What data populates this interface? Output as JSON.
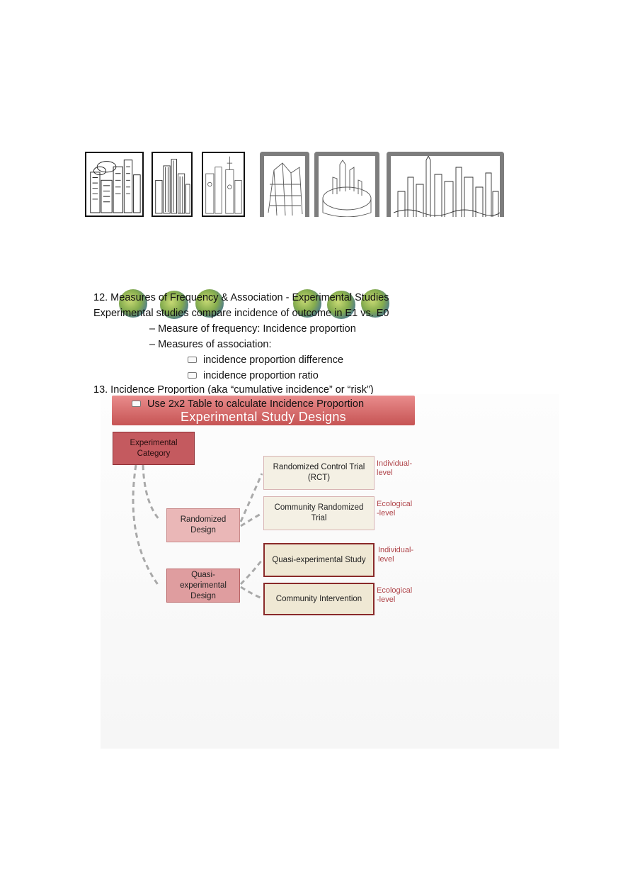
{
  "header": {
    "sketches": [
      {
        "name": "city-sketch-1"
      },
      {
        "name": "city-sketch-2"
      },
      {
        "name": "city-sketch-3"
      },
      {
        "name": "city-sketch-4"
      },
      {
        "name": "city-sketch-5"
      },
      {
        "name": "city-sketch-6"
      }
    ]
  },
  "slide12": {
    "title": "12. Measures of Frequency & Association - Experimental Studies",
    "subtitle": "Experimental studies compare incidence of outcome in E1 vs. E0",
    "frequency": "– Measure of frequency: Incidence proportion",
    "association": "– Measures of association:",
    "bullets": [
      "incidence proportion difference",
      "incidence proportion ratio"
    ]
  },
  "slide13": {
    "title": "13. Incidence Proportion (aka “cumulative incidence” or “risk”)",
    "bullet": "Use 2x2 Table to calculate Incidence Proportion"
  },
  "diagram": {
    "banner_title": "Experimental Study Designs",
    "category": "Experimental Category",
    "randomized": "Randomized Design",
    "quasi": "Quasi-experimental Design",
    "rct": "Randomized Control Trial (RCT)",
    "crt": "Community Randomized Trial",
    "qes": "Quasi-experimental Study",
    "ci": "Community Intervention",
    "level_ind_1": "Individual-level",
    "level_eco_1": "Ecological -level",
    "level_ind_2": "Individual-level",
    "level_eco_2": "Ecological -level",
    "colors": {
      "banner": "#c65454",
      "category": "#c45a5f",
      "level_text": "#b0454a"
    }
  }
}
